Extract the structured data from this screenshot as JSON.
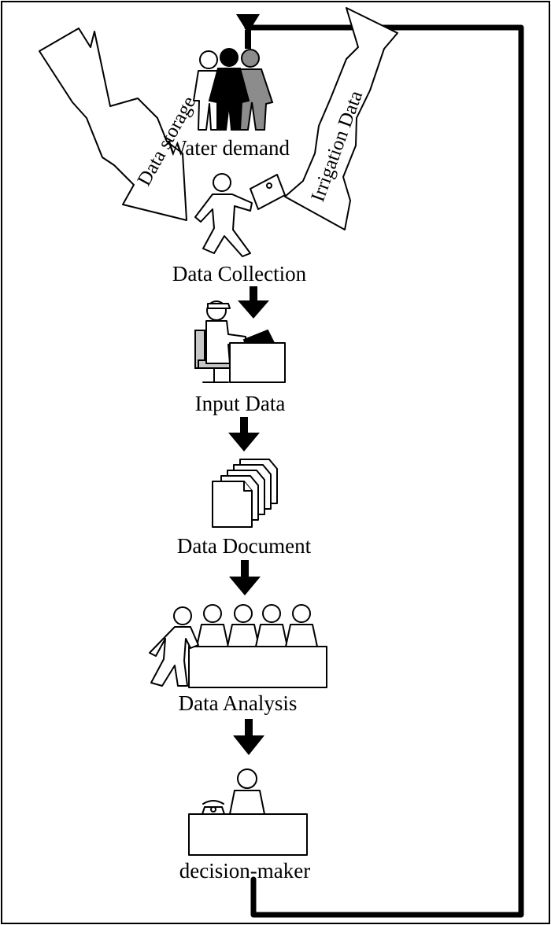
{
  "diagram": {
    "steps": {
      "water_demand": "Water demand",
      "data_collection": "Data Collection",
      "input_data": "Input Data",
      "data_document": "Data Document",
      "data_analysis": "Data Analysis",
      "decision_maker": "decision-maker"
    },
    "side_arrows": {
      "left": "Data storage",
      "right": "Irrigation Data"
    }
  }
}
